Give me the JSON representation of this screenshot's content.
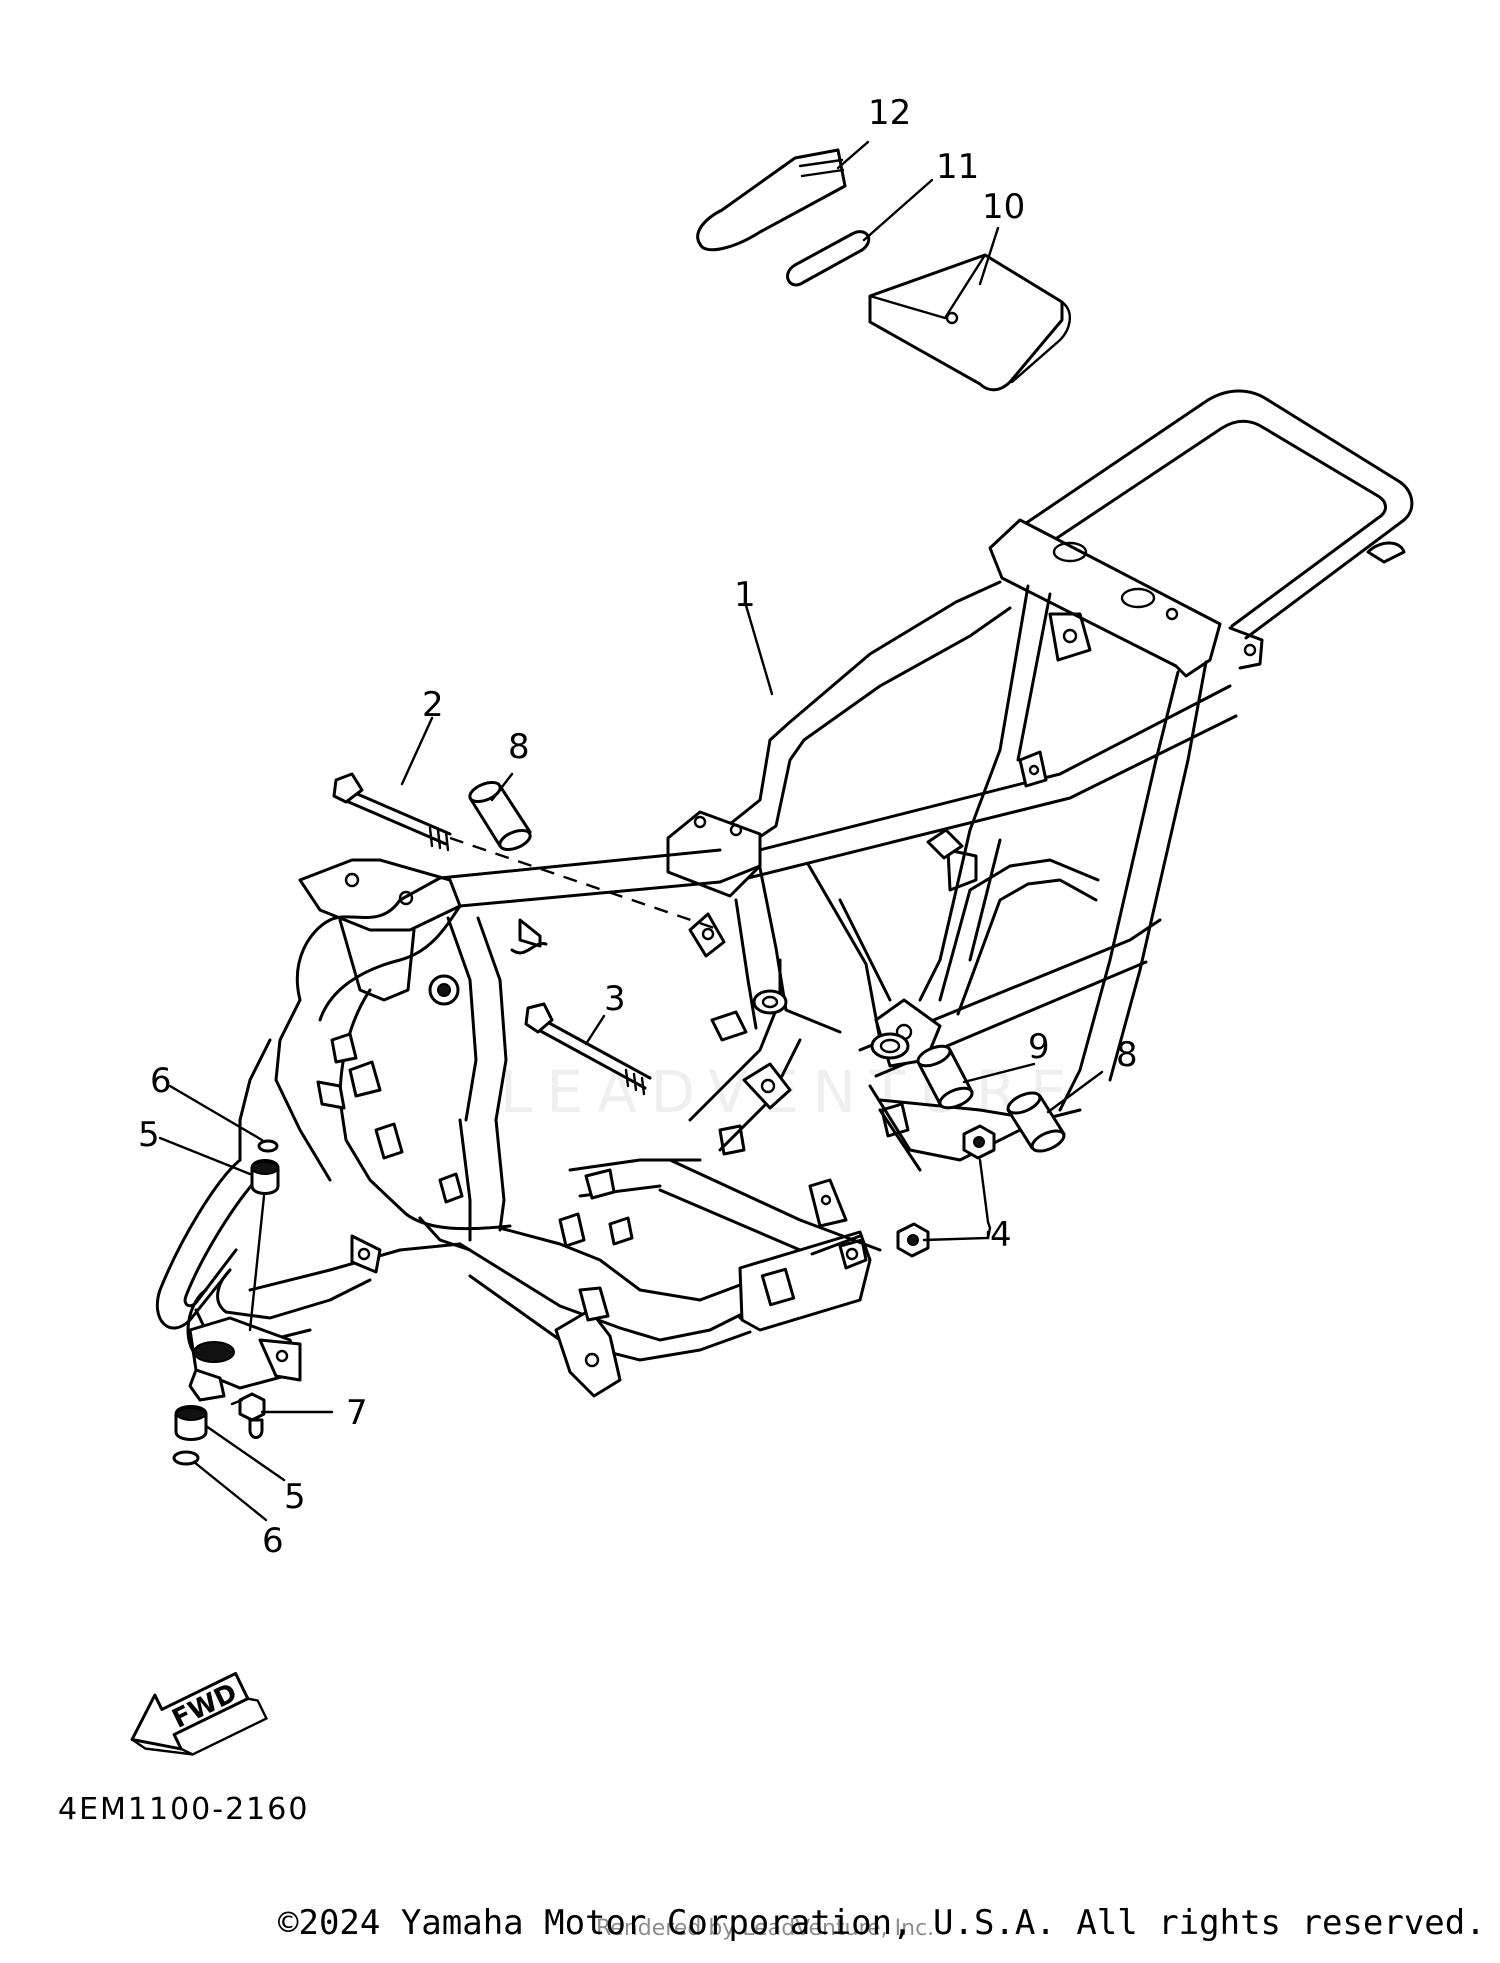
{
  "callouts": [
    {
      "id": "c1",
      "label": "1"
    },
    {
      "id": "c2",
      "label": "2"
    },
    {
      "id": "c3",
      "label": "3"
    },
    {
      "id": "c4",
      "label": "4"
    },
    {
      "id": "c5a",
      "label": "5"
    },
    {
      "id": "c5b",
      "label": "5"
    },
    {
      "id": "c6a",
      "label": "6"
    },
    {
      "id": "c6b",
      "label": "6"
    },
    {
      "id": "c7",
      "label": "7"
    },
    {
      "id": "c8a",
      "label": "8"
    },
    {
      "id": "c8b",
      "label": "8"
    },
    {
      "id": "c9",
      "label": "9"
    },
    {
      "id": "c10",
      "label": "10"
    },
    {
      "id": "c11",
      "label": "11"
    },
    {
      "id": "c12",
      "label": "12"
    }
  ],
  "fwd_label": "FWD",
  "watermark": "LEADVENTURE",
  "drawing_code": "4EM1100-2160",
  "copyright": "©2024 Yamaha Motor Corporation, U.S.A. All rights reserved.",
  "rendered_by": "Rendered by LeadVenture, Inc."
}
